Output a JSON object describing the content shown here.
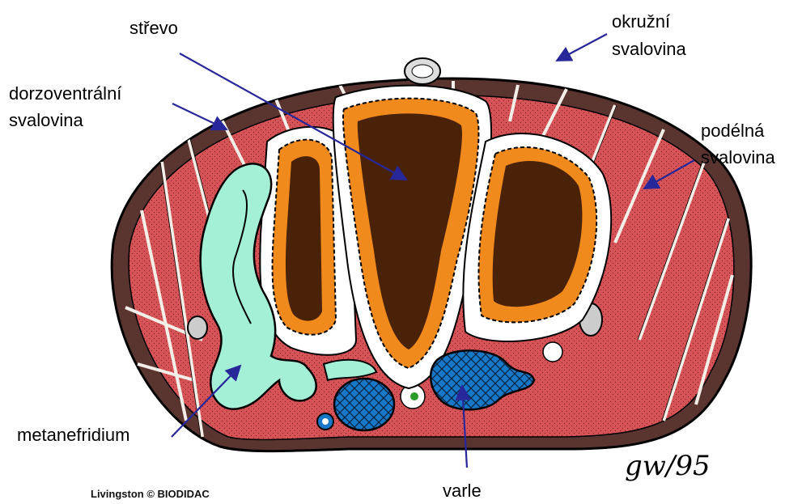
{
  "labels": {
    "strevo": "střevo",
    "okruzni_1": "okružní",
    "okruzni_2": "svalovina",
    "dorzo_1": "dorzoventrální",
    "dorzo_2": "svalovina",
    "podelna_1": "podélná",
    "podelna_2": "svalovina",
    "metanefridium": "metanefridium",
    "varle": "varle"
  },
  "credit": "Livingston © BIODIDAC",
  "signature": "gw/95",
  "colors": {
    "muscle": "#d65457",
    "body_wall": "#5a3530",
    "gut_lumen": "#4a2208",
    "gut_epithelium": "#f08a1c",
    "nephridium": "#a4f0d6",
    "testis": "#1878c8",
    "arrow": "#27279a"
  }
}
